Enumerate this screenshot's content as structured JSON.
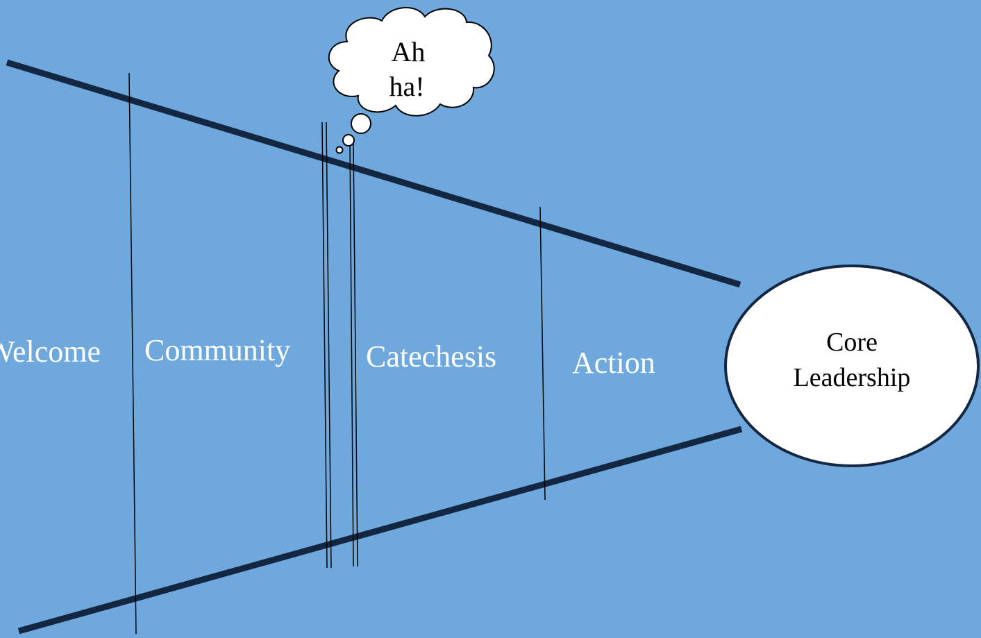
{
  "diagram": {
    "stages": [
      "Welcome",
      "Community",
      "Catechesis",
      "Action"
    ],
    "thought_bubble": {
      "line1": "Ah",
      "line2": "ha!"
    },
    "core": {
      "line1": "Core",
      "line2": "Leadership"
    },
    "colors": {
      "background": "#6fa8dc",
      "funnel_line": "#132742",
      "divider": "#000000",
      "bubble_fill": "#ffffff",
      "text_light": "#ffffff",
      "text_dark": "#000000"
    }
  }
}
